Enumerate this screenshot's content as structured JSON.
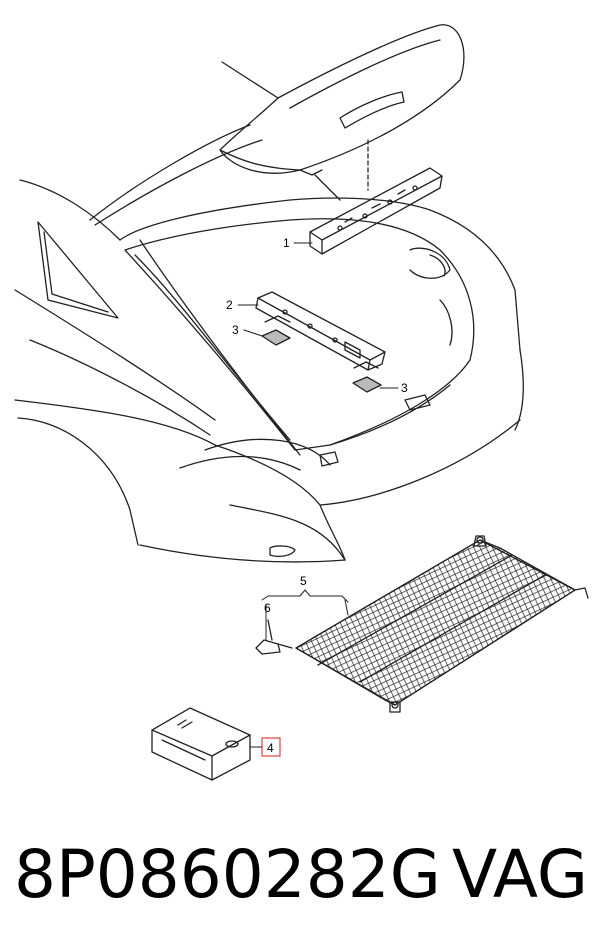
{
  "callouts": [
    {
      "id": "1",
      "label": "1"
    },
    {
      "id": "2",
      "label": "2"
    },
    {
      "id": "3a",
      "label": "3"
    },
    {
      "id": "3b",
      "label": "3"
    },
    {
      "id": "4",
      "label": "4"
    },
    {
      "id": "5",
      "label": "5"
    },
    {
      "id": "6",
      "label": "6"
    }
  ],
  "caption": {
    "part_number": "8P0860282G",
    "brand": "VAG"
  },
  "colors": {
    "line": "#222222",
    "highlight_box": "#e04040"
  }
}
